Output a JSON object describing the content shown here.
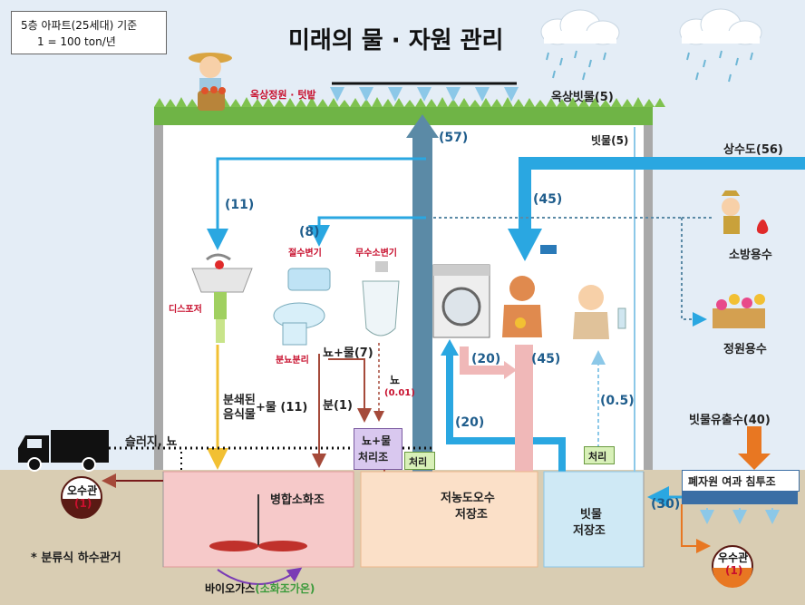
{
  "title": "미래의 물 · 자원 관리",
  "note": {
    "line1": "5층 아파트(25세대) 기준",
    "line2": "1 = 100 ton/년"
  },
  "roof": {
    "garden": "옥상정원 · 텃밭",
    "rain": "옥상빗물(5)"
  },
  "flows": {
    "pipe57": "(57)",
    "rain_in": "빗물(5)",
    "supply": "상수도(56)",
    "to_sink": "(11)",
    "to_toilet": "(8)",
    "to_shower": "(45)",
    "grey20_a": "(20)",
    "grey20_b": "(20)",
    "shower45": "(45)",
    "urine_out": "(0.5)",
    "fire": "소방용수",
    "garden_water": "정원용수",
    "runoff": "빗물유출수(40)",
    "recharge": "(30)"
  },
  "fixtures": {
    "disposer": "디스포저",
    "water_saving_toilet": "절수변기",
    "waterless_urinal": "무수소변기",
    "separation": "분뇨분리"
  },
  "streams": {
    "food_waste_a": "분쇄된",
    "food_waste_b": "음식물",
    "food_waste_c": "+물 (11)",
    "feces": "분(1)",
    "urine_water": "뇨+물(7)",
    "urine": "뇨",
    "urine_amt": "(0.01)",
    "sludge": "슬러지, 뇨"
  },
  "tanks": {
    "urine_tank_a": "뇨+물",
    "urine_tank_b": "처리조",
    "treat1": "처리",
    "treat2": "처리",
    "digester": "병합소화조",
    "greywater_a": "저농도오수",
    "greywater_b": "저장조",
    "rain_a": "빗물",
    "rain_b": "저장조",
    "infiltration": "폐자원 여과 침투조"
  },
  "sewers": {
    "sewage_name": "오수관",
    "sewage_val": "(1)",
    "storm_name": "우수관",
    "storm_val": "(1)",
    "separate_note": "*  분류식 하수관거"
  },
  "biogas": {
    "prefix": "바이오가스",
    "suffix": "(소화조가온)"
  },
  "colors": {
    "pipe_blue": "#2aa7e1",
    "pipe_dark": "#5b8aa6",
    "food": "#f2c033",
    "brown": "#a54a3a",
    "pink": "#e8a8a8",
    "orange": "#e87722"
  }
}
